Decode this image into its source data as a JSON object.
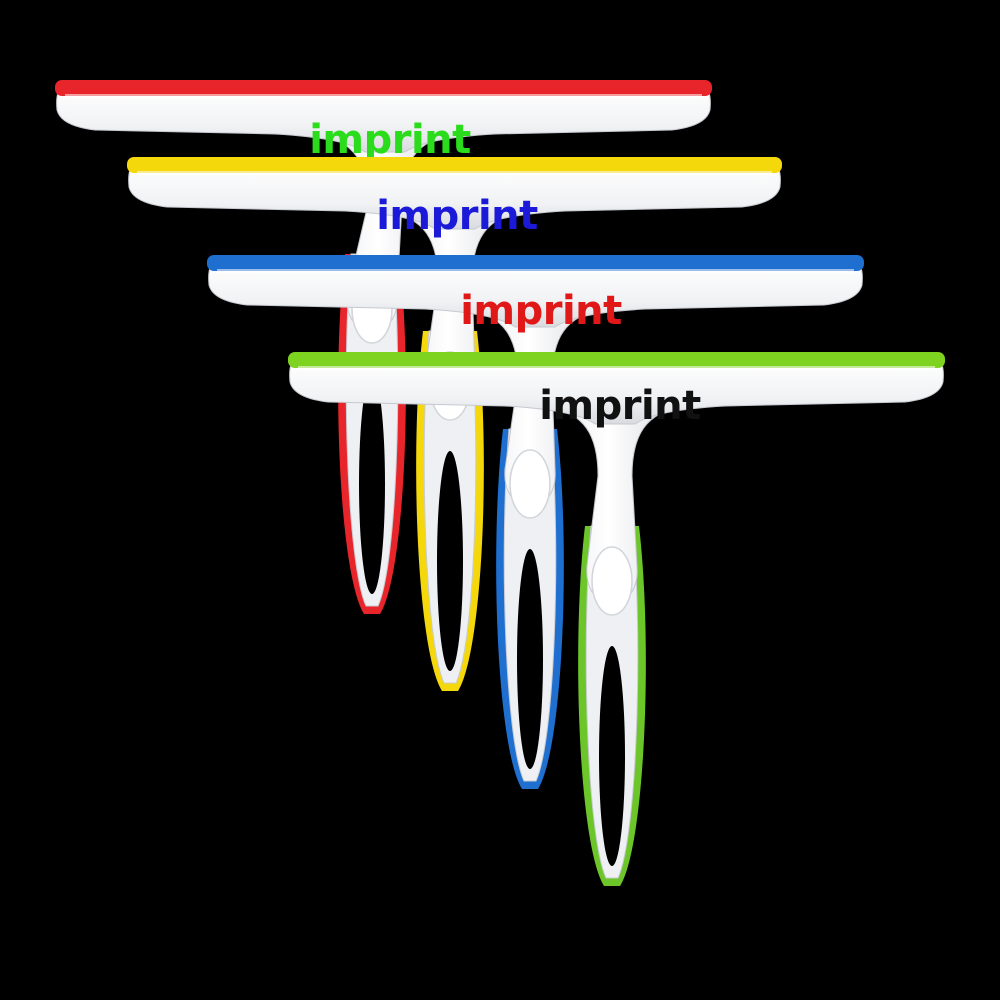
{
  "background_color": "#000000",
  "product": "squeegee",
  "squeegees": [
    {
      "id": "red",
      "blade_color": "#e8252a",
      "grip_color": "#e8252a",
      "logo_text": "imprint",
      "logo_color": "#2bdc1c"
    },
    {
      "id": "yellow",
      "blade_color": "#f4d80c",
      "grip_color": "#f4d80c",
      "logo_text": "imprint",
      "logo_color": "#1a1ad8"
    },
    {
      "id": "blue",
      "blade_color": "#1f6fd0",
      "grip_color": "#1f6fd0",
      "logo_text": "imprint",
      "logo_color": "#e01818"
    },
    {
      "id": "green",
      "blade_color": "#7ed321",
      "grip_color": "#6cc62a",
      "logo_text": "imprint",
      "logo_color": "#111111"
    }
  ]
}
